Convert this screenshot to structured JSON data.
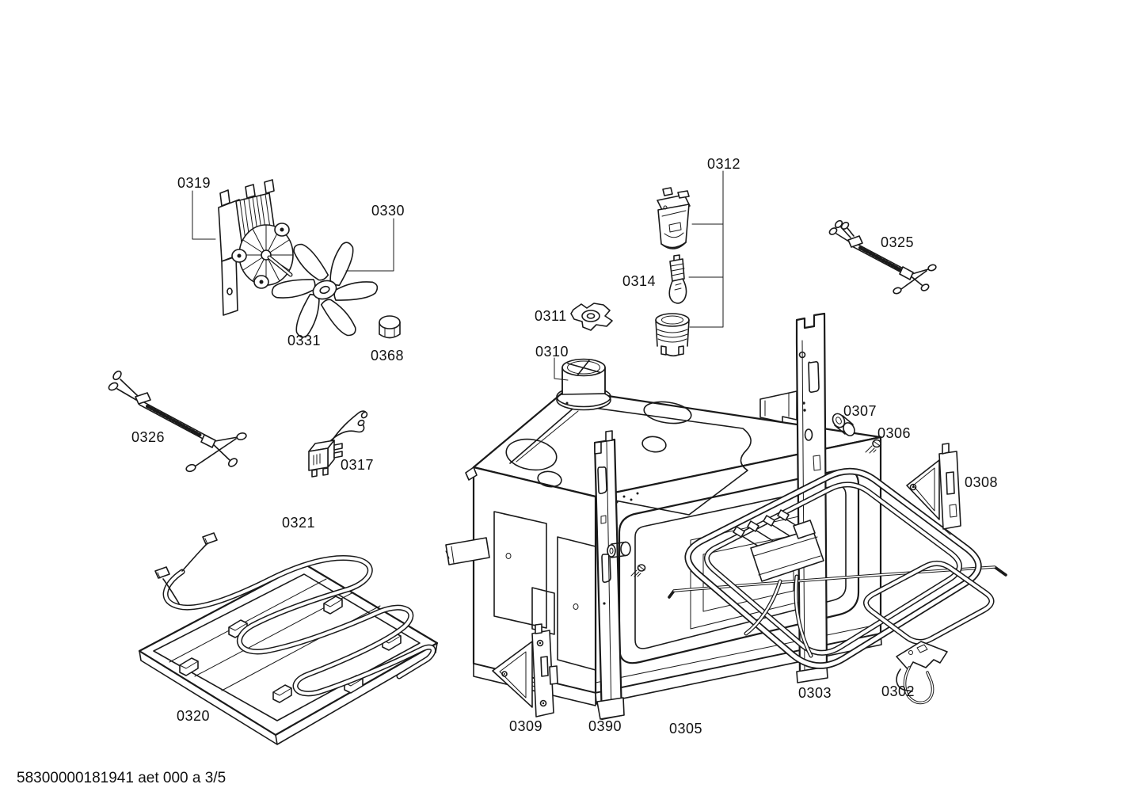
{
  "footer": {
    "doc_code": "58300000181941 aet 000 a 3/5"
  },
  "colors": {
    "line": "#1a1a1a",
    "background": "#ffffff",
    "label_text": "#111111"
  },
  "labels": [
    {
      "num": "0319"
    },
    {
      "num": "0330"
    },
    {
      "num": "0331"
    },
    {
      "num": "0368"
    },
    {
      "num": "0326"
    },
    {
      "num": "0317"
    },
    {
      "num": "0321"
    },
    {
      "num": "0320"
    },
    {
      "num": "0311"
    },
    {
      "num": "0310"
    },
    {
      "num": "0314"
    },
    {
      "num": "0312"
    },
    {
      "num": "0325"
    },
    {
      "num": "0307"
    },
    {
      "num": "0306"
    },
    {
      "num": "0308"
    },
    {
      "num": "0309"
    },
    {
      "num": "0390"
    },
    {
      "num": "0305"
    },
    {
      "num": "0303"
    },
    {
      "num": "0302"
    }
  ]
}
